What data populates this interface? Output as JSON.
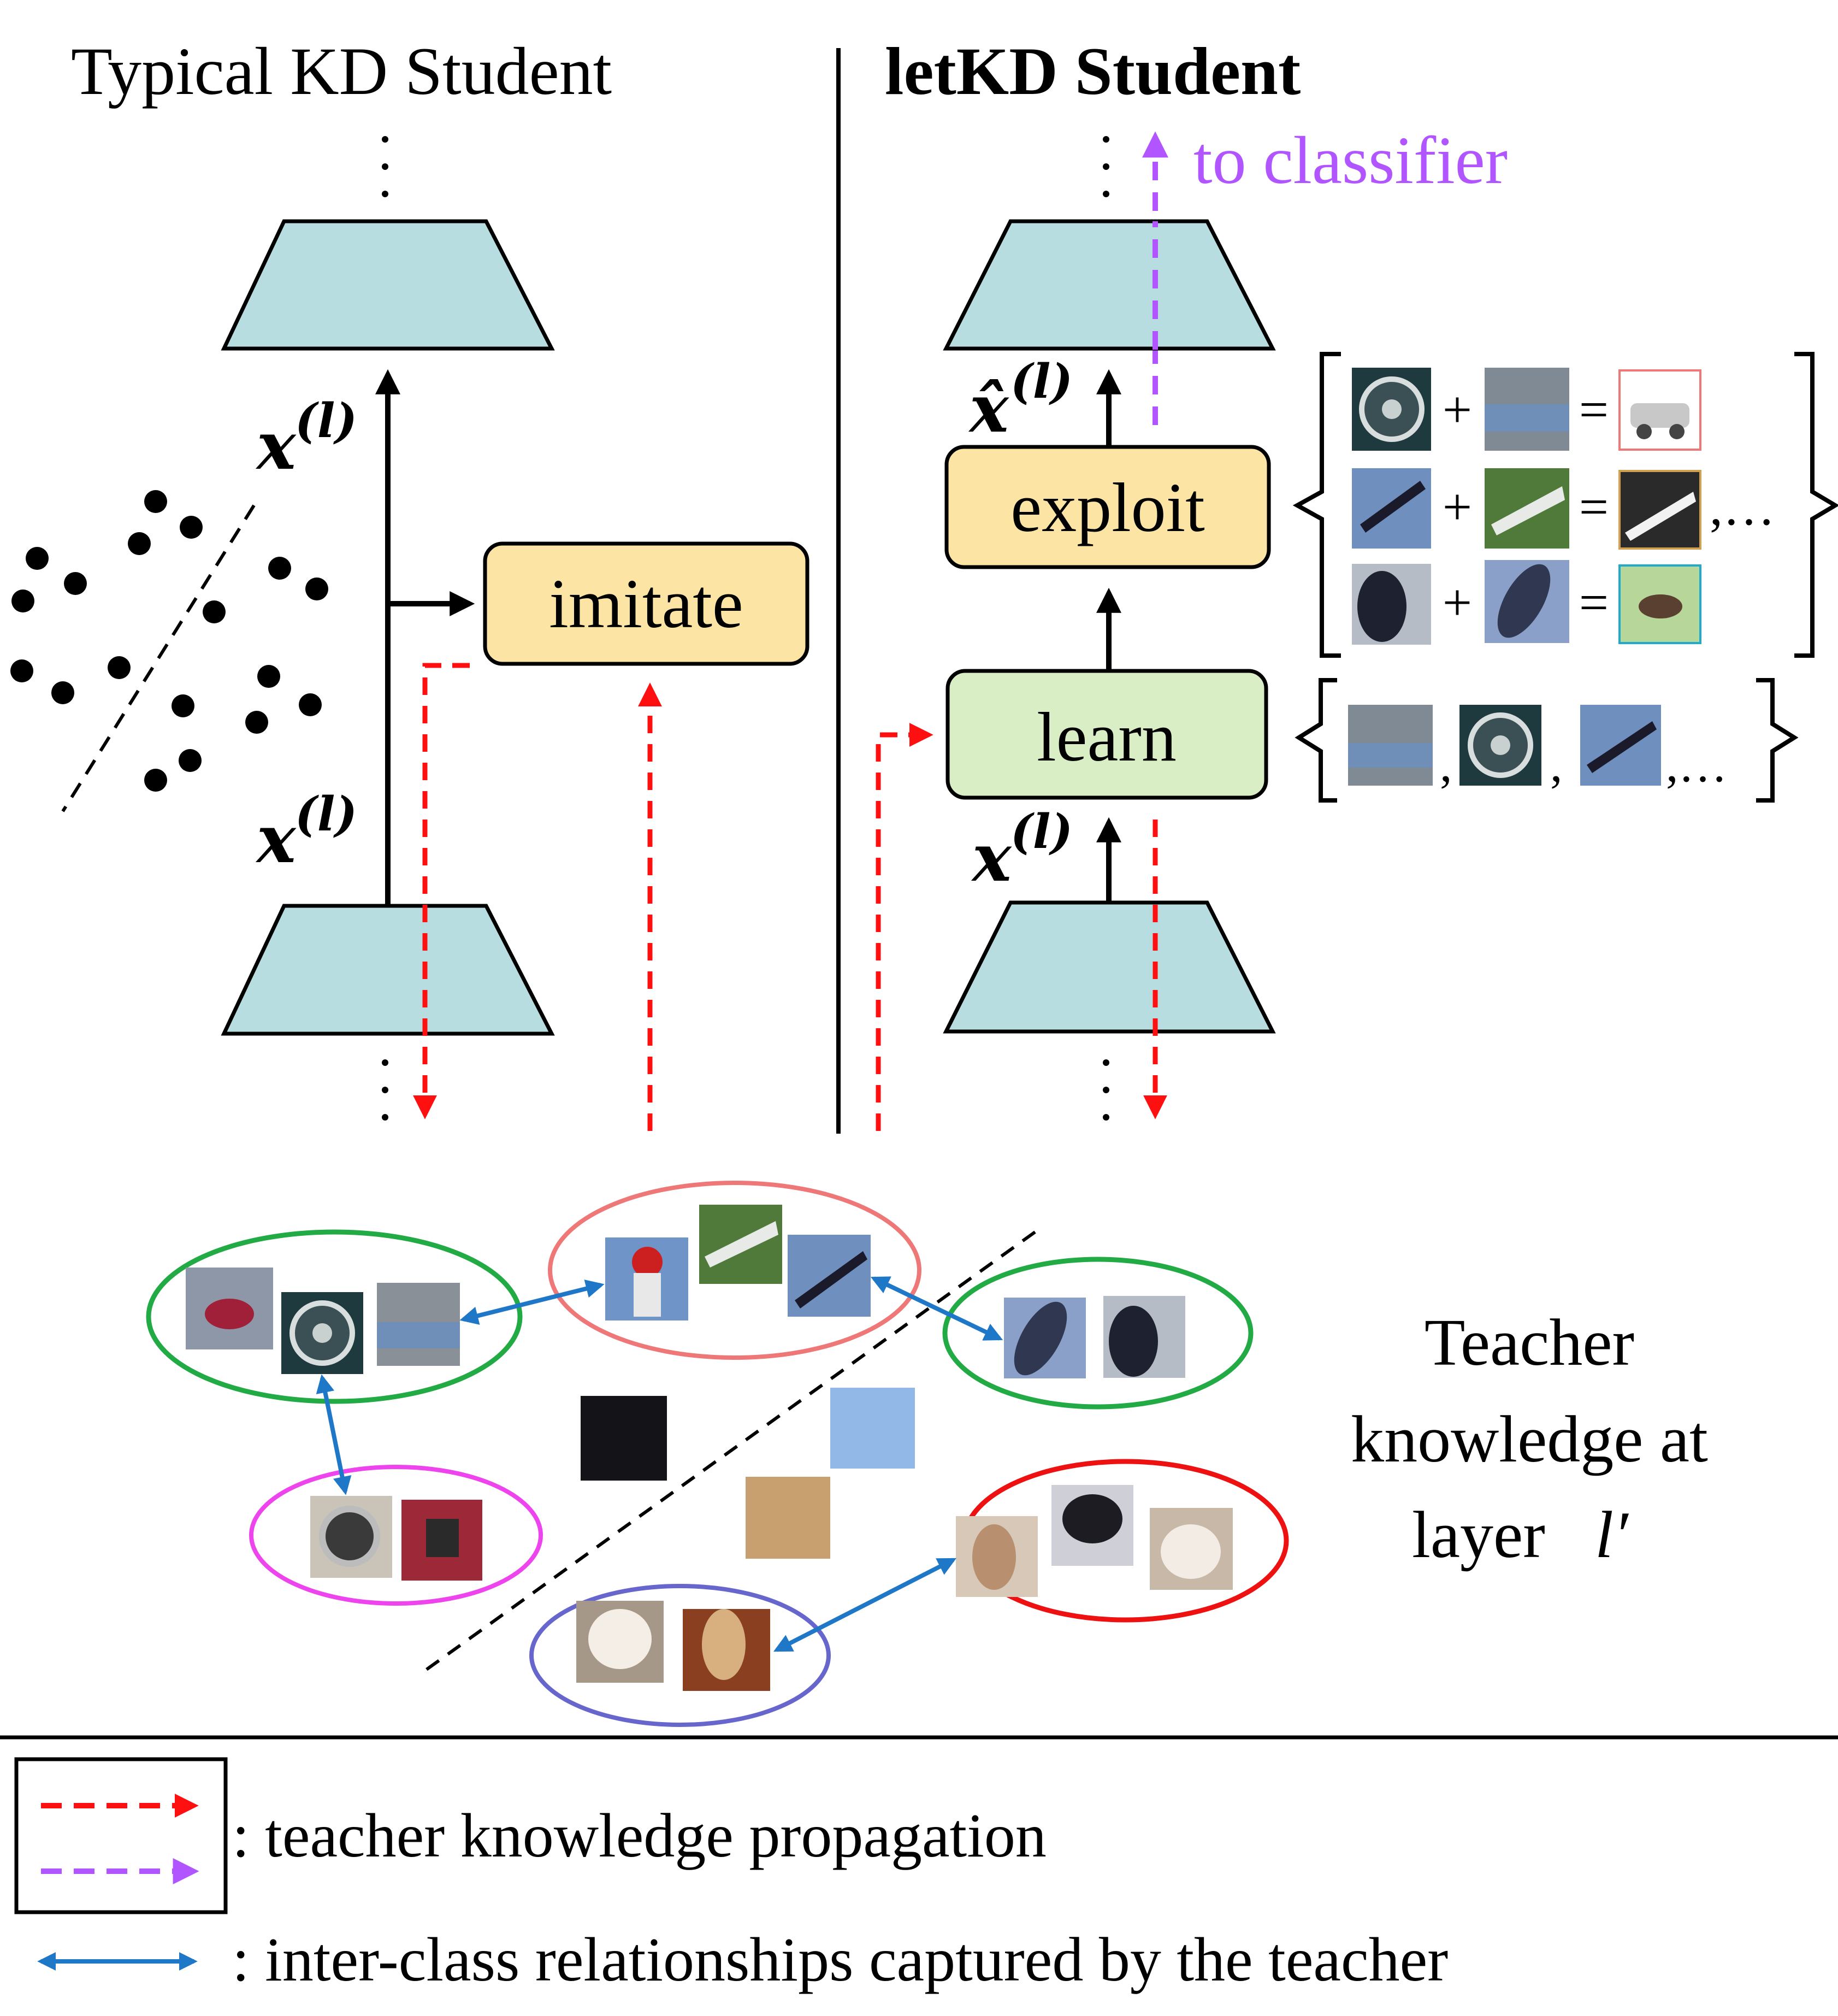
{
  "left_panel": {
    "title": "Typical KD Student",
    "imitate_label": "imitate",
    "feature_label": "x",
    "feature_sup": "(l)"
  },
  "right_panel": {
    "title": "letKD Student",
    "to_classifier": "to classifier",
    "exploit_label": "exploit",
    "learn_label": "learn",
    "feature_label": "x",
    "feature_sup": "(l)",
    "hat_feature_label": "x̂",
    "exploit_set_rows": [
      {
        "a": "wheel",
        "op": "+",
        "b": "car-side",
        "eq": "=",
        "result": "car"
      },
      {
        "a": "plane",
        "op": "+",
        "b": "plane-green",
        "eq": "=",
        "result": "airplane"
      },
      {
        "a": "car-dark",
        "op": "+",
        "b": "blob",
        "eq": "=",
        "result": "bird"
      }
    ],
    "exploit_ellipsis": ",…",
    "learn_set_ellipsis": ",…",
    "sep": ","
  },
  "teacher": {
    "line1": "Teacher",
    "line2": "knowledge  at",
    "line3": "layer",
    "layer_symbol": "l′"
  },
  "legend": {
    "propagation": ": teacher knowledge propagation",
    "relationship": ": inter-class relationships captured by the teacher"
  },
  "colors": {
    "block_fill": "#b8dde0",
    "imitate_fill": "#fbe4a4",
    "learn_fill": "#d9eec4",
    "red_arrow": "#ff1010",
    "purple_arrow": "#b055ff",
    "blue_arrow": "#1f77c8",
    "green_ellipse": "#22aa44",
    "pink_ellipse": "#ee7777",
    "magenta_ellipse": "#ee44ee",
    "red_ellipse": "#ee1111",
    "violet_ellipse": "#6666cc"
  }
}
